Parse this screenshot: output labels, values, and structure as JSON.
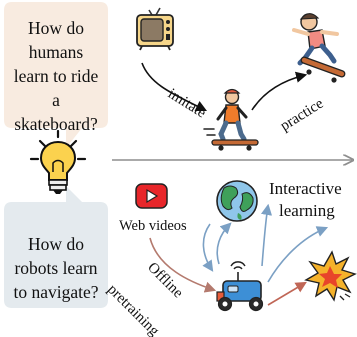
{
  "questions": {
    "humans": "How do humans learn to ride a skateboard?",
    "robots": "How do robots learn to navigate?"
  },
  "labels": {
    "imitate": "imitate",
    "practice": "practice",
    "web_videos": "Web videos",
    "interactive_learning_line1": "Interactive",
    "interactive_learning_line2": "learning",
    "offline_line1": "Offline",
    "offline_line2": "pretraining"
  },
  "colors": {
    "human_bubble": "#f8ebe0",
    "robot_bubble": "#e4eaee",
    "divider": "#8e8e8e",
    "offline_arrow": "#b47a6e",
    "interactive_arrow": "#7ba0c4",
    "explosion_arrow": "#c06656",
    "robot_body": "#3d8fd6",
    "youtube_red": "#e8262a",
    "globe_blue": "#8fc6ea",
    "globe_green": "#3fa05a"
  },
  "icons": {
    "tv": "tv-icon",
    "skateboarder_trick": "skateboard-trick-icon",
    "skateboarder_ride": "skateboarder-icon",
    "idea": "lightbulb-icon",
    "web_video": "youtube-icon",
    "earth": "globe-icon",
    "robot": "robot-icon",
    "crash": "explosion-icon"
  }
}
